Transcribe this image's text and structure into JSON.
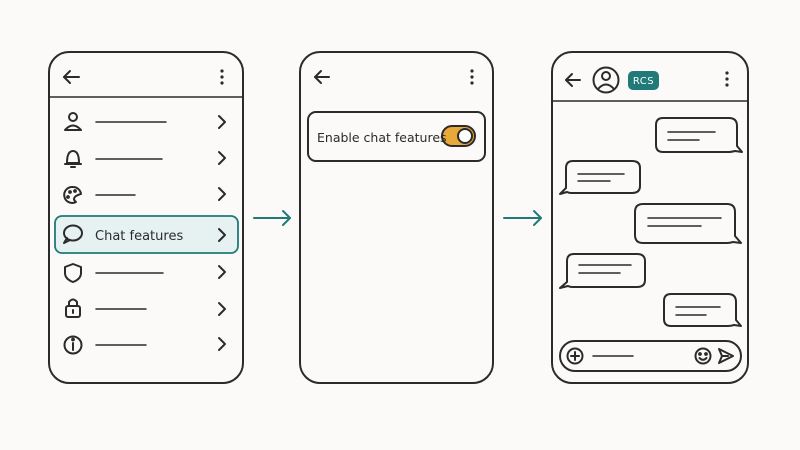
{
  "screen_settings": {
    "highlighted_item_label": "Chat features",
    "items": [
      {
        "icon": "person-icon"
      },
      {
        "icon": "bell-icon"
      },
      {
        "icon": "palette-icon"
      },
      {
        "icon": "chat-bubble-icon",
        "label": "Chat features",
        "highlighted": true
      },
      {
        "icon": "shield-icon"
      },
      {
        "icon": "lock-icon"
      },
      {
        "icon": "info-icon"
      }
    ]
  },
  "screen_toggle": {
    "setting_label": "Enable chat features",
    "toggle_on": true
  },
  "screen_chat": {
    "badge": "RCS",
    "messages": [
      {
        "side": "right"
      },
      {
        "side": "left"
      },
      {
        "side": "right"
      },
      {
        "side": "left"
      },
      {
        "side": "right"
      }
    ]
  },
  "colors": {
    "accent_teal": "#1f7a78",
    "highlight_fill": "#e6f2f1",
    "toggle_on": "#e9a93a",
    "ink": "#2b2b2b"
  }
}
